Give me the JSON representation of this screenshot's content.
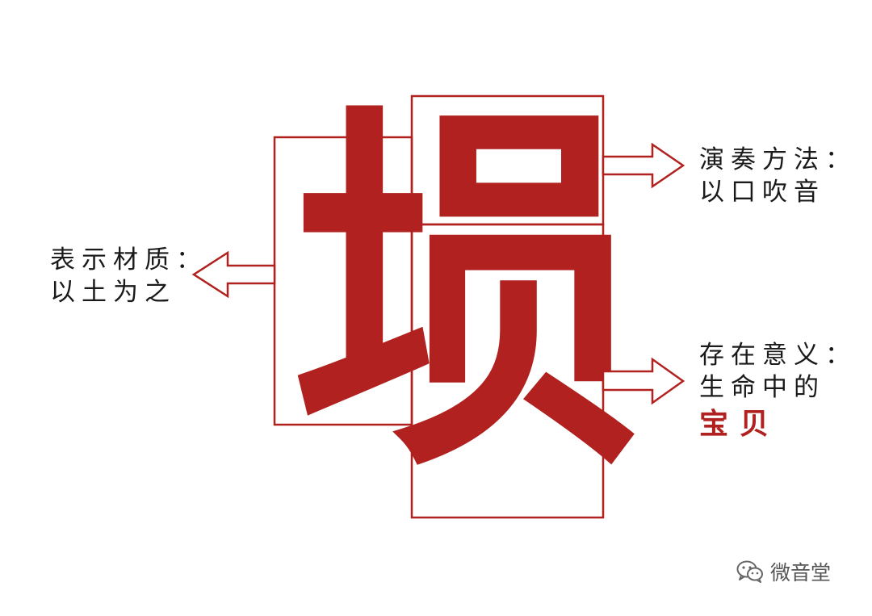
{
  "character": "埙",
  "labels": {
    "material": {
      "line1": "表示材质：",
      "line2": "以土为之"
    },
    "method": {
      "line1": "演奏方法：",
      "line2": "以口吹音"
    },
    "meaning": {
      "line1": "存在意义：",
      "line2": "生命中的",
      "accent": "宝贝"
    }
  },
  "watermark": {
    "icon": "wechat-icon",
    "text": "微音堂"
  },
  "colors": {
    "accent": "#b0211f",
    "text": "#1a1a1a",
    "watermark": "#555555"
  }
}
